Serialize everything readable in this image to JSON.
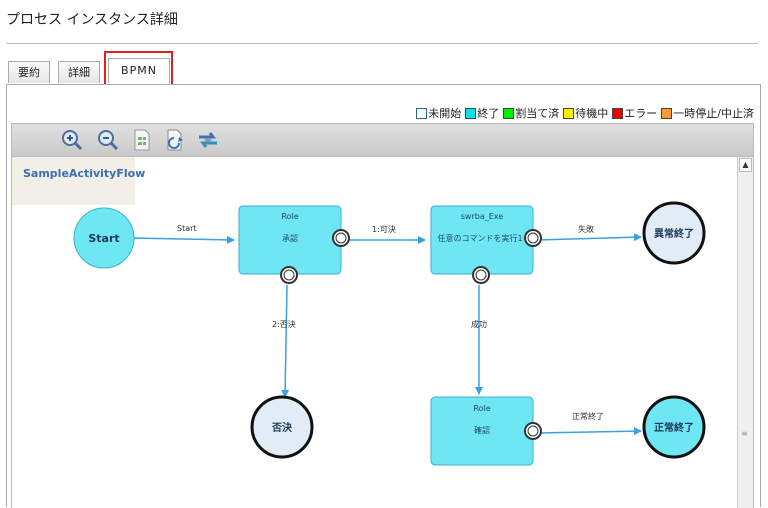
{
  "page": {
    "title": "プロセス インスタンス詳細"
  },
  "tabs": [
    {
      "label": "要約"
    },
    {
      "label": "詳細"
    },
    {
      "label": "BPMN"
    }
  ],
  "legend": [
    {
      "label": "未開始",
      "color": "#ffffff"
    },
    {
      "label": "終了",
      "color": "#00e5ee"
    },
    {
      "label": "割当て済",
      "color": "#00ee00"
    },
    {
      "label": "待機中",
      "color": "#ffee00"
    },
    {
      "label": "エラー",
      "color": "#ee0000"
    },
    {
      "label": "一時停止/中止済",
      "color": "#ff9933"
    }
  ],
  "toolbar": {
    "buttons": [
      "zoom-in-icon",
      "zoom-out-icon",
      "export-document-icon",
      "refresh-icon",
      "reload-icon"
    ]
  },
  "diagram": {
    "flow_name": "SampleActivityFlow",
    "nodes": {
      "start": {
        "label": "Start"
      },
      "task_role1": {
        "label1": "Role",
        "label2": "承認"
      },
      "task_exe": {
        "label1": "swrba_Exe",
        "label2": "任意のコマンドを実行1"
      },
      "end_abnormal": {
        "label": "異常終了"
      },
      "end_reject": {
        "label": "否決"
      },
      "task_role2": {
        "label1": "Role",
        "label2": "確認"
      },
      "end_normal": {
        "label": "正常終了"
      }
    },
    "edges": {
      "e_start": "Start",
      "e_approve": "1:可決",
      "e_fail": "失敗",
      "e_reject": "2:否決",
      "e_success": "成功",
      "e_normal": "正常終了"
    }
  }
}
